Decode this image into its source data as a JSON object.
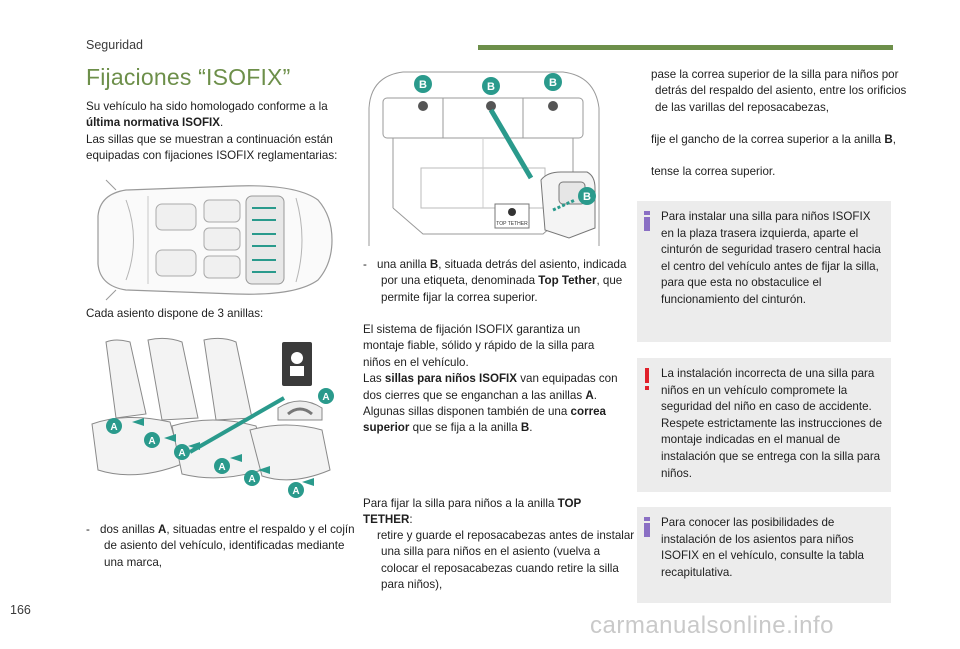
{
  "header": {
    "section": "Seguridad",
    "accent_color": "#6d8f4a"
  },
  "title": "Fijaciones “ISOFIX”",
  "intro": {
    "line1_pre": "Su vehículo ha sido homologado conforme a la ",
    "line1_bold": "última normativa ISOFIX",
    "line1_post": ".",
    "line2": "Las sillas que se muestran a continuación están equipadas con fijaciones ISOFIX reglamentarias:"
  },
  "rings_caption": "Cada asiento dispone de 3 anillas:",
  "bullet_a": {
    "dash": "-",
    "pre": "dos anillas ",
    "bold": "A",
    "post": ", situadas entre el respaldo y el cojín de asiento del vehículo, identificadas mediante una marca,"
  },
  "bullet_b": {
    "dash": "-",
    "pre": "una anilla ",
    "bold1": "B",
    "mid": ", situada detrás del asiento, indicada por una etiqueta, denominada ",
    "bold2": "Top Tether",
    "post": ", que permite fijar la correa superior."
  },
  "system": {
    "p1": "El sistema de fijación ISOFIX garantiza un montaje fiable, sólido y rápido de la silla para niños en el vehículo.",
    "p2_pre": "Las ",
    "p2_bold": "sillas para niños ISOFIX",
    "p2_post": " van equipadas con dos cierres que se enganchan a las anillas ",
    "p2_bold2": "A",
    "p2_end": ".",
    "p3_pre": "Algunas sillas disponen también de una ",
    "p3_bold": "correa superior",
    "p3_post": " que se fija a la anilla ",
    "p3_bold2": "B",
    "p3_end": "."
  },
  "tether": {
    "intro_pre": "Para fijar la silla para niños a la anilla ",
    "intro_bold": "TOP TETHER",
    "intro_post": ":",
    "bullet_glyph": "",
    "steps": [
      "retire y guarde el reposacabezas antes de instalar una silla para niños en el asiento (vuelva a colocar el reposacabezas cuando retire la silla para niños),",
      "pase la correa superior de la silla para niños por detrás del respaldo del asiento, entre los orificios de las varillas del reposacabezas,",
      "fije el gancho de la correa superior a la anilla ",
      "tense la correa superior."
    ],
    "step3_bold": "B",
    "step3_end": ","
  },
  "notes": [
    {
      "icon": "info",
      "text": "Para instalar una silla para niños ISOFIX en la plaza trasera izquierda, aparte el cinturón de seguridad trasero central hacia el centro del vehículo antes de fijar la silla, para que esta no obstaculice el funcionamiento del cinturón."
    },
    {
      "icon": "warning",
      "text": "La instalación incorrecta de una silla para niños en un vehículo compromete la seguridad del niño en caso de accidente. Respete estrictamente las instrucciones de montaje indicadas en el manual de instalación que se entrega con la silla para niños."
    },
    {
      "icon": "info",
      "text": "Para conocer las posibilidades de instalación de los asientos para niños ISOFIX en el vehículo, consulte la tabla recapitulativa."
    }
  ],
  "figures": {
    "label_a": "A",
    "label_b": "B",
    "tag_text": "TOP TETHER"
  },
  "page_number": "166",
  "watermark": "carmanualsonline.info",
  "colors": {
    "teal": "#2a9a8c",
    "info": "#8a6fc4",
    "warning": "#e0202a",
    "box": "#ececec"
  }
}
